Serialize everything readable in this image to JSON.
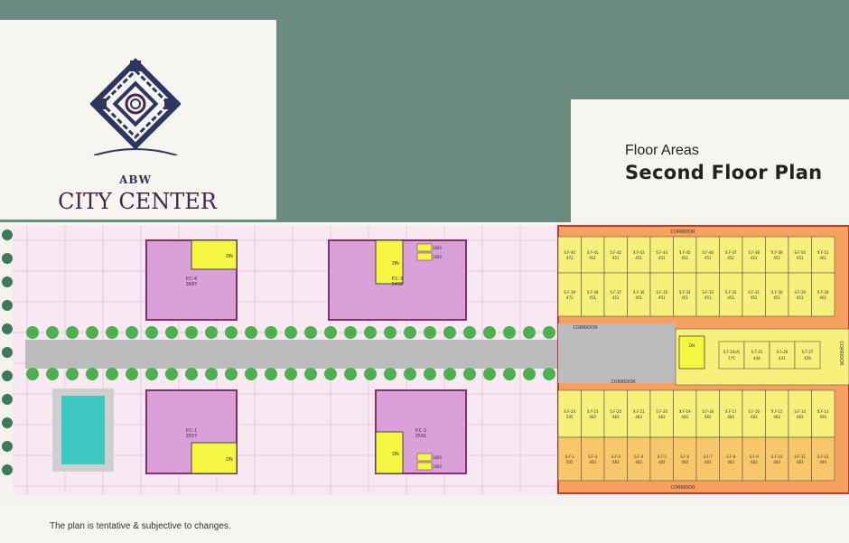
{
  "brand": {
    "top": "ABW",
    "name": "CITY CENTER"
  },
  "title": {
    "small": "Floor Areas",
    "big": "Second Floor Plan"
  },
  "disclaimer": "The plan is tentative & subjective to changes.",
  "colors": {
    "background": "#6b8b82",
    "panel": "#f7f5f0",
    "plaza": "#f8e8f2",
    "block": "#d9a0d9",
    "stair": "#f5f542",
    "shop": "#f7f07a",
    "shopAlt": "#f8c76a",
    "corridor": "#f7a060",
    "pool": "#3ec6c0",
    "road": "#bcbcbc",
    "tree": "#4caf50"
  },
  "corridor_label": "CORRIDOR",
  "stair_label": "DN",
  "blocks": [
    {
      "label": "P.C-4",
      "area": "3687"
    },
    {
      "label": "P.C-3",
      "area": "5498"
    },
    {
      "label": "P.C-1",
      "area": "3557"
    },
    {
      "label": "P.C-2",
      "area": "3591"
    }
  ],
  "block_lifts": [
    "1800",
    "1800"
  ],
  "shops_top_row1": [
    {
      "id": "S.F-40",
      "area": "472"
    },
    {
      "id": "S.F-41",
      "area": "451"
    },
    {
      "id": "S.F-42",
      "area": "451"
    },
    {
      "id": "S.F-43",
      "area": "451"
    },
    {
      "id": "S.F-44",
      "area": "451"
    },
    {
      "id": "S.F-45",
      "area": "451"
    },
    {
      "id": "S.F-46",
      "area": "451"
    },
    {
      "id": "S.F-47",
      "area": "451"
    },
    {
      "id": "S.F-48",
      "area": "451"
    },
    {
      "id": "S.F-49",
      "area": "451"
    },
    {
      "id": "S.F-50",
      "area": "451"
    },
    {
      "id": "S.F-51",
      "area": "461"
    }
  ],
  "shops_top_row2": [
    {
      "id": "S.F-39",
      "area": "472"
    },
    {
      "id": "S.F-38",
      "area": "451"
    },
    {
      "id": "S.F-37",
      "area": "451"
    },
    {
      "id": "S.F-36",
      "area": "451"
    },
    {
      "id": "S.F-35",
      "area": "451"
    },
    {
      "id": "S.F-34",
      "area": "451"
    },
    {
      "id": "S.F-33",
      "area": "451"
    },
    {
      "id": "S.F-32",
      "area": "451"
    },
    {
      "id": "S.F-31",
      "area": "451"
    },
    {
      "id": "S.F-30",
      "area": "451"
    },
    {
      "id": "S.F-29",
      "area": "451"
    },
    {
      "id": "S.F-28",
      "area": "461"
    }
  ],
  "shops_mid": [
    {
      "id": "S.F-24(A)",
      "area": "177"
    },
    {
      "id": "S.F-25",
      "area": "444"
    },
    {
      "id": "S.F-26",
      "area": "441"
    },
    {
      "id": "S.F-27",
      "area": "459"
    }
  ],
  "shops_bot_row1": [
    {
      "id": "S.F-24",
      "area": "505"
    },
    {
      "id": "S.F-23",
      "area": "483"
    },
    {
      "id": "S.F-22",
      "area": "483"
    },
    {
      "id": "S.F-21",
      "area": "483"
    },
    {
      "id": "S.F-20",
      "area": "483"
    },
    {
      "id": "S.F-19",
      "area": "483"
    },
    {
      "id": "S.F-18",
      "area": "483"
    },
    {
      "id": "S.F-17",
      "area": "483"
    },
    {
      "id": "S.F-16",
      "area": "483"
    },
    {
      "id": "S.F-15",
      "area": "483"
    },
    {
      "id": "S.F-14",
      "area": "483"
    },
    {
      "id": "S.F-13",
      "area": "494"
    }
  ],
  "shops_bot_row2": [
    {
      "id": "S.F-1",
      "area": "505"
    },
    {
      "id": "S.F-2",
      "area": "483"
    },
    {
      "id": "S.F-3",
      "area": "483"
    },
    {
      "id": "S.F-4",
      "area": "483"
    },
    {
      "id": "S.F-5",
      "area": "483"
    },
    {
      "id": "S.F-6",
      "area": "483"
    },
    {
      "id": "S.F-7",
      "area": "483"
    },
    {
      "id": "S.F-8",
      "area": "483"
    },
    {
      "id": "S.F-9",
      "area": "483"
    },
    {
      "id": "S.F-10",
      "area": "483"
    },
    {
      "id": "S.F-11",
      "area": "483"
    },
    {
      "id": "S.F-12",
      "area": "494"
    }
  ]
}
